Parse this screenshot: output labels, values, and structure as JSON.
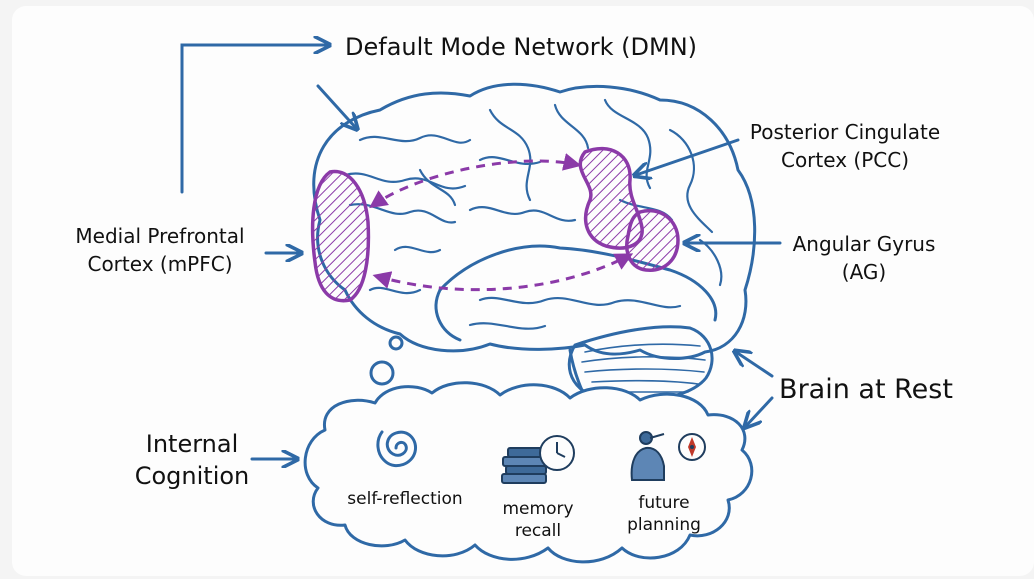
{
  "title": "Default Mode Network (DMN)",
  "regions": {
    "mpfc": [
      "Medial Prefrontal",
      "Cortex (mPFC)"
    ],
    "pcc": [
      "Posterior Cingulate",
      "Cortex (PCC)"
    ],
    "ag": [
      "Angular Gyrus",
      "(AG)"
    ]
  },
  "brain_at_rest": "Brain at Rest",
  "internal_cognition": [
    "Internal",
    "Cognition"
  ],
  "activities": {
    "self_reflection": "self-reflection",
    "memory_recall": [
      "memory",
      "recall"
    ],
    "future_planning": [
      "future",
      "planning"
    ]
  },
  "colors": {
    "line": "#2f69a6",
    "region": "#8b3aa8",
    "text": "#111111",
    "background": "#f4f4f4"
  }
}
